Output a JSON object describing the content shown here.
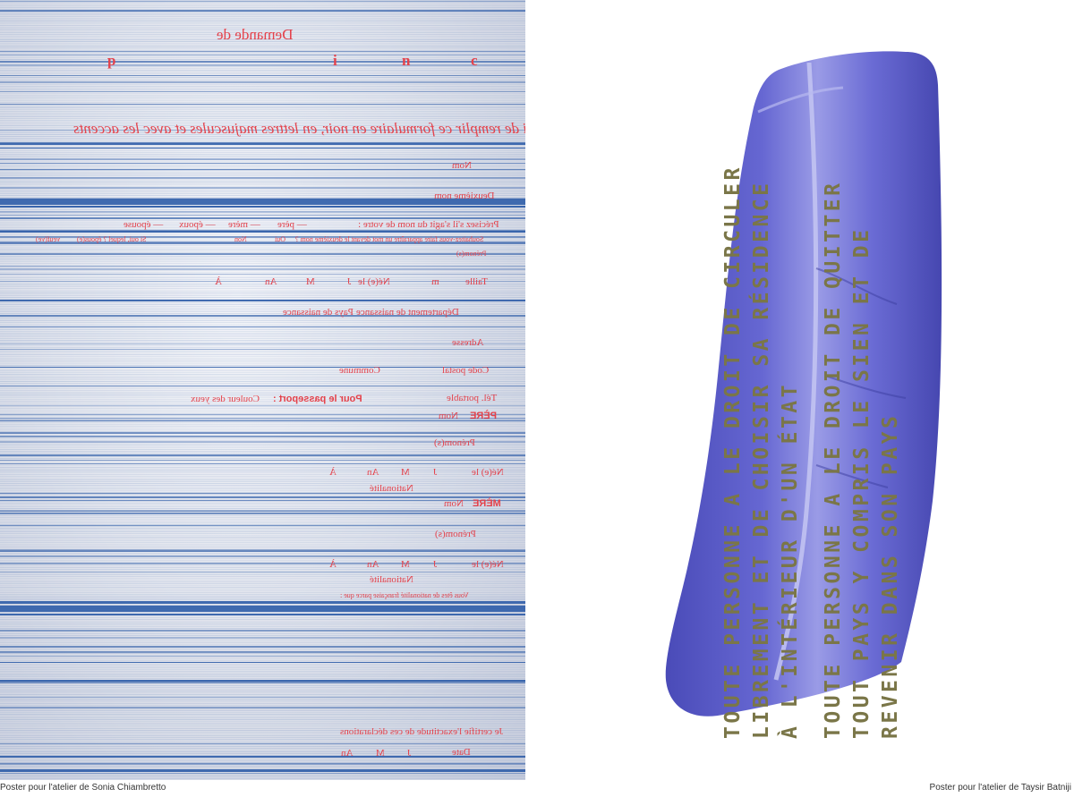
{
  "left_poster": {
    "title": "Demande de",
    "letters": [
      "c",
      "n",
      "i",
      "p"
    ],
    "instruction": "Merci de remplir ce formulaire en noir, en lettres majuscules et avec les accents",
    "fields": {
      "nom": "Nom",
      "deuxieme_nom": "Deuxième nom",
      "preciser": "Précisez s'il s'agit du nom de votre :",
      "pere": "— père",
      "mere": "— mère",
      "epoux": "— époux",
      "epouse": "— épouse",
      "souhaitez": "Souhaitez-vous faire apparaître un mot devant le deuxième nom ?",
      "oui": "Oui",
      "non": "Non",
      "si_oui": "Si oui, lequel ? épous(e)",
      "veuf": "veuf(ve)",
      "prenoms": "Prénom(s)",
      "taille": "Taille",
      "m": "m",
      "ne_le": "Né(e) le",
      "j": "J",
      "mo": "M",
      "an": "An",
      "a": "À",
      "departement": "Département de naissance",
      "pays": "Pays de naissance",
      "adresse": "Adresse",
      "code_postal": "Code postal",
      "commune": "Commune",
      "tel": "Tél. portable",
      "passeport": "Pour le passeport :",
      "couleur": "Couleur des yeux",
      "pere_label": "PÈRE",
      "mere_label": "MÈRE",
      "nationalite": "Nationalité",
      "vous_etes": "Vous êtes de nationalité française parce que :",
      "certifie": "Je certifie l'exactitude de ces déclarations",
      "date": "Date"
    },
    "caption": "Poster pour l'atelier de Sonia Chiambretto"
  },
  "right_poster": {
    "lines": [
      "TOUTE PERSONNE A LE DROIT DE CIRCULER",
      "LIBREMENT ET DE CHOISIR SA RÉSIDENCE",
      "À L'INTÉRIEUR D'UN ÉTAT",
      "TOUTE PERSONNE A LE DROIT DE QUITTER",
      "TOUT PAYS Y COMPRIS LE SIEN ET DE",
      "REVENIR DANS SON PAYS"
    ],
    "caption": "Poster pour l'atelier de Taysir Batniji",
    "colors": {
      "text": "#7a7648",
      "stone": "#5b5cc9"
    }
  },
  "colors": {
    "form_red": "#e4424b",
    "stripe_blue": "#2f5da8"
  }
}
